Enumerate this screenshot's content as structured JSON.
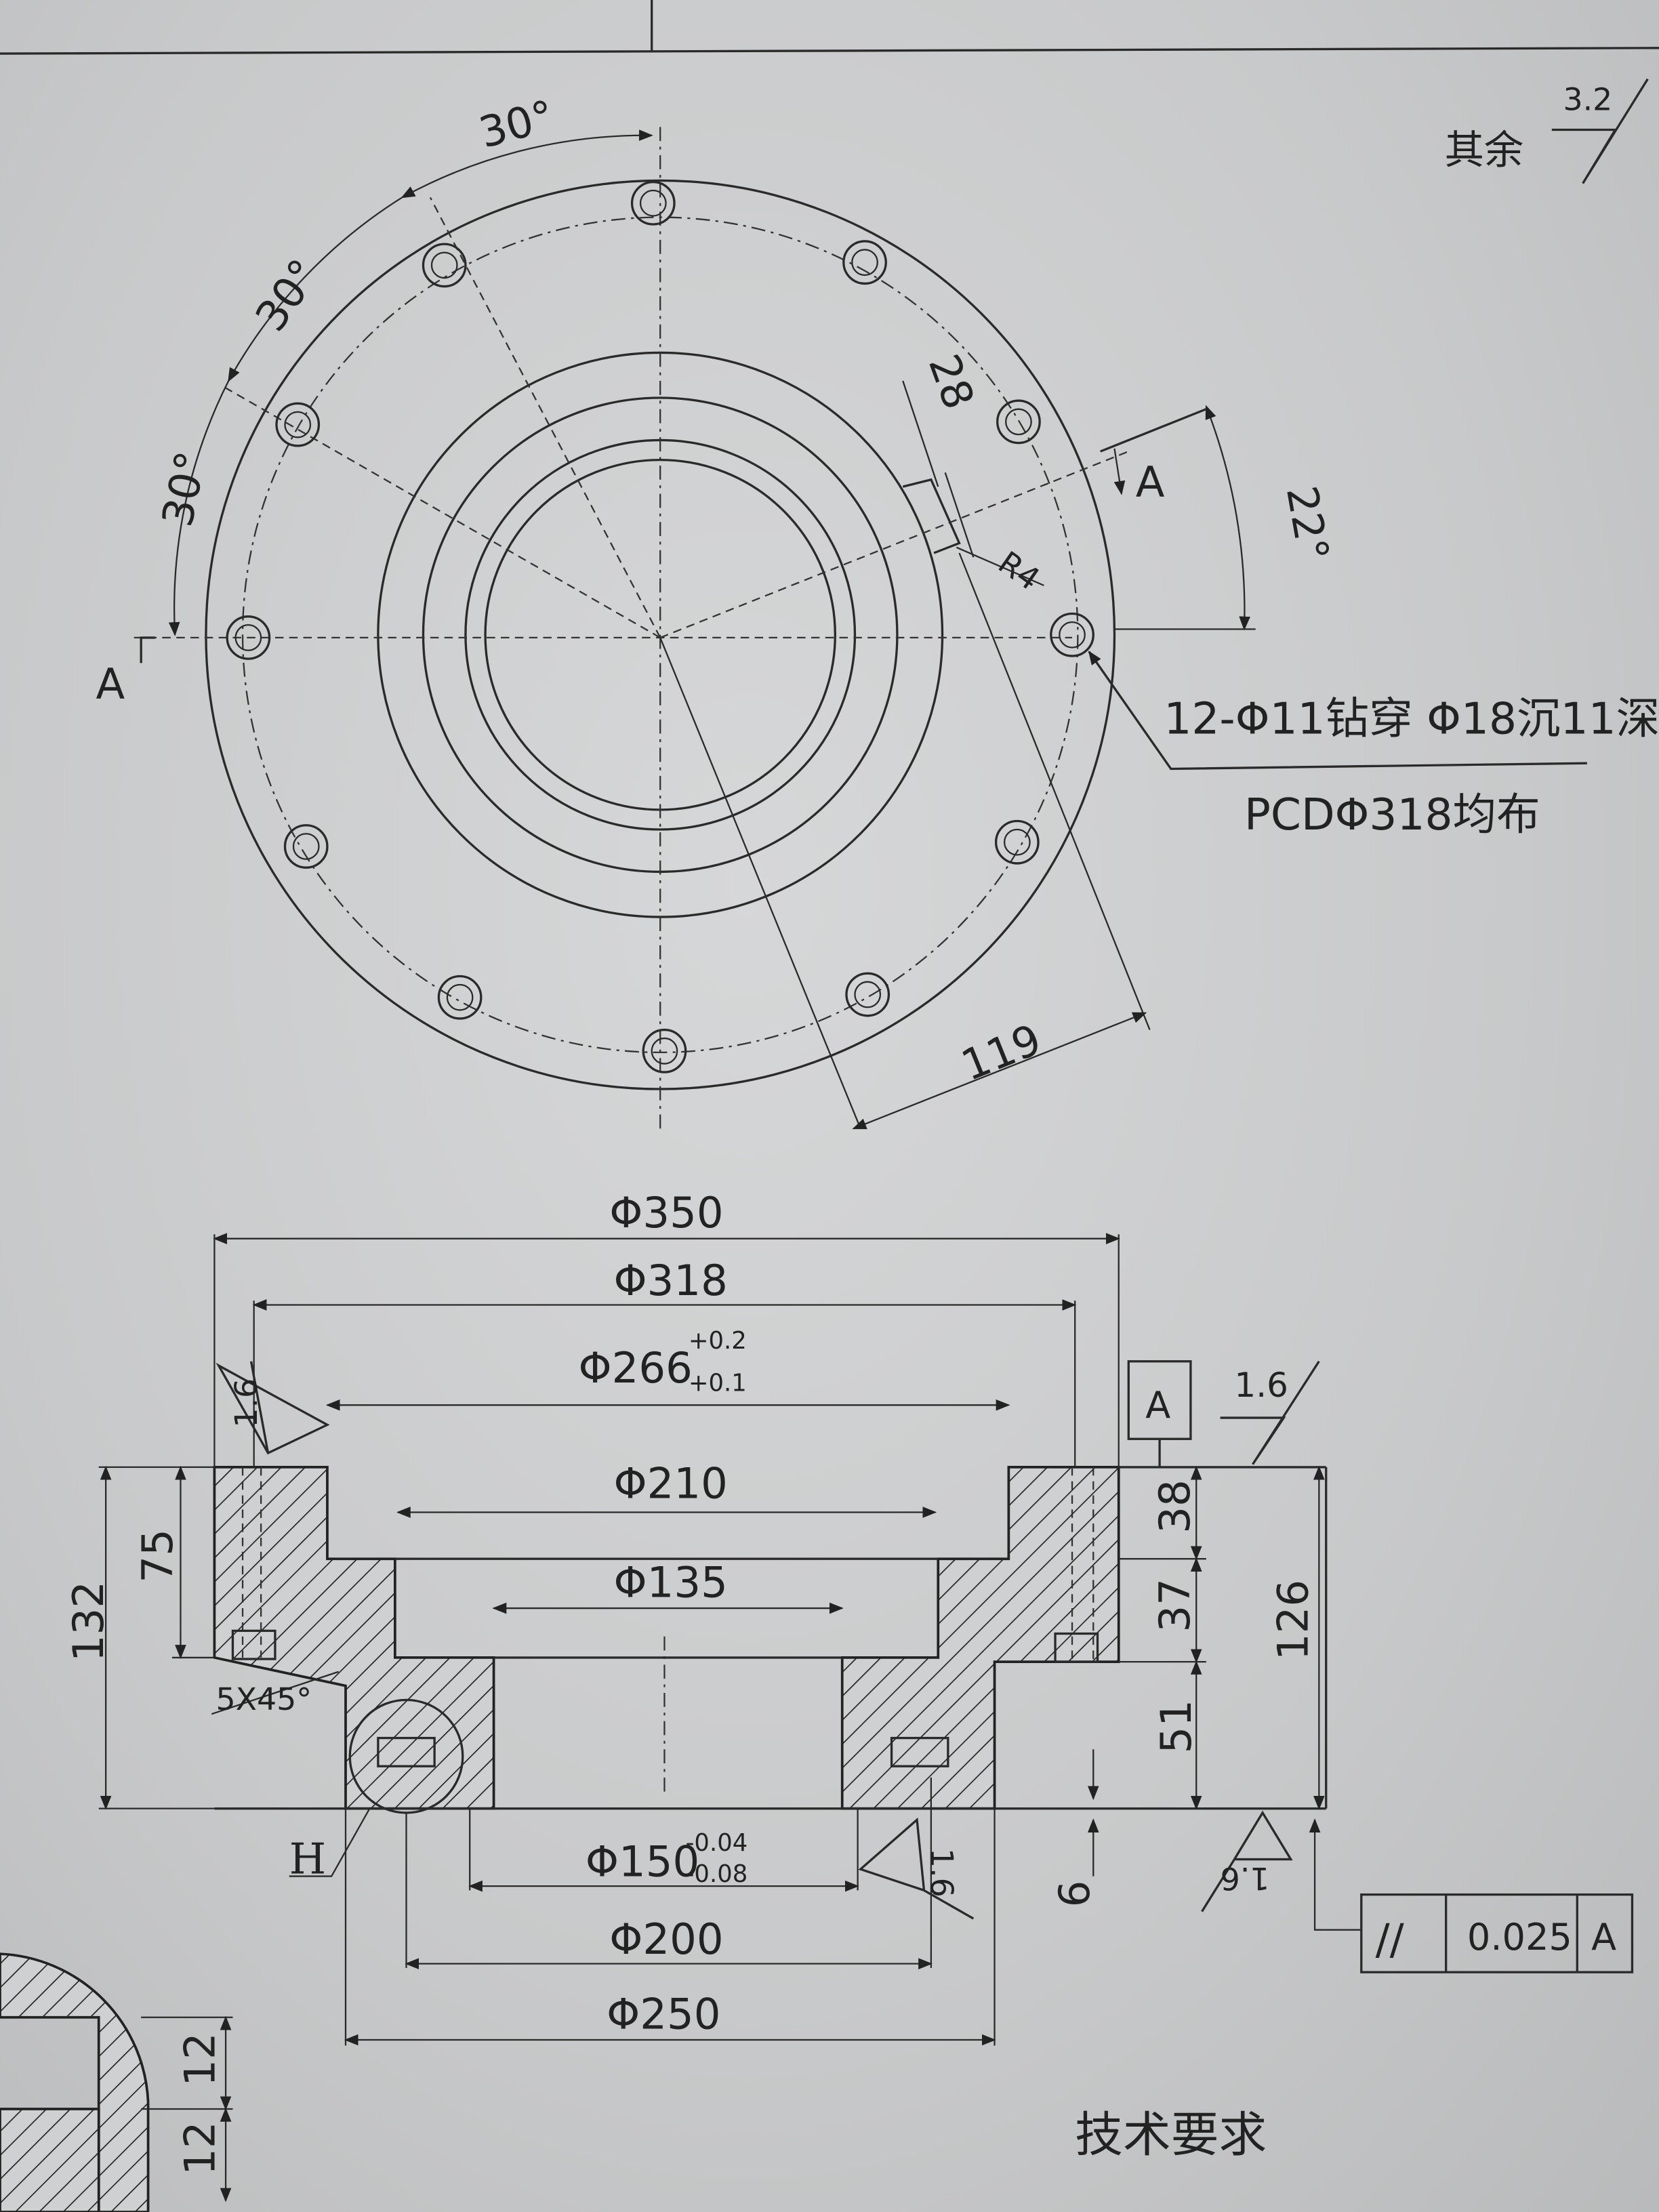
{
  "roughness": {
    "label": "其余",
    "value": "3.2"
  },
  "plan_view": {
    "angles": [
      "30°",
      "30°",
      "30°",
      "22°"
    ],
    "section_label_left": "A",
    "section_label_right": "A",
    "keyway_width": "28",
    "keyway_radius": "R4",
    "hole_note_line1": "12-Φ11钻穿  Φ18沉11深",
    "hole_note_line2": "PCDΦ318均布",
    "keyway_depth": "119"
  },
  "section_view": {
    "d350": "Φ350",
    "d318": "Φ318",
    "d266": "Φ266",
    "d266_upper": "+0.2",
    "d266_lower": "+0.1",
    "d210": "Φ210",
    "d135": "Φ135",
    "d150": "Φ150",
    "d150_upper": "-0.04",
    "d150_lower": "-0.08",
    "d200": "Φ200",
    "d250": "Φ250",
    "h132": "132",
    "h75": "75",
    "h38": "38",
    "h37": "37",
    "h51": "51",
    "h126": "126",
    "h6": "6",
    "chamfer": "5X45°",
    "detail_label": "H",
    "roughness_top": "1.6",
    "roughness_left": "1.6",
    "roughness_bottom": "1.6",
    "roughness_right": "1.6",
    "datum": "A",
    "tolerance_symbol": "//",
    "tolerance_value": "0.025",
    "tolerance_datum": "A"
  },
  "detail_view": {
    "dim1": "12",
    "dim2": "12"
  },
  "tech_requirements_title": "技术要求"
}
